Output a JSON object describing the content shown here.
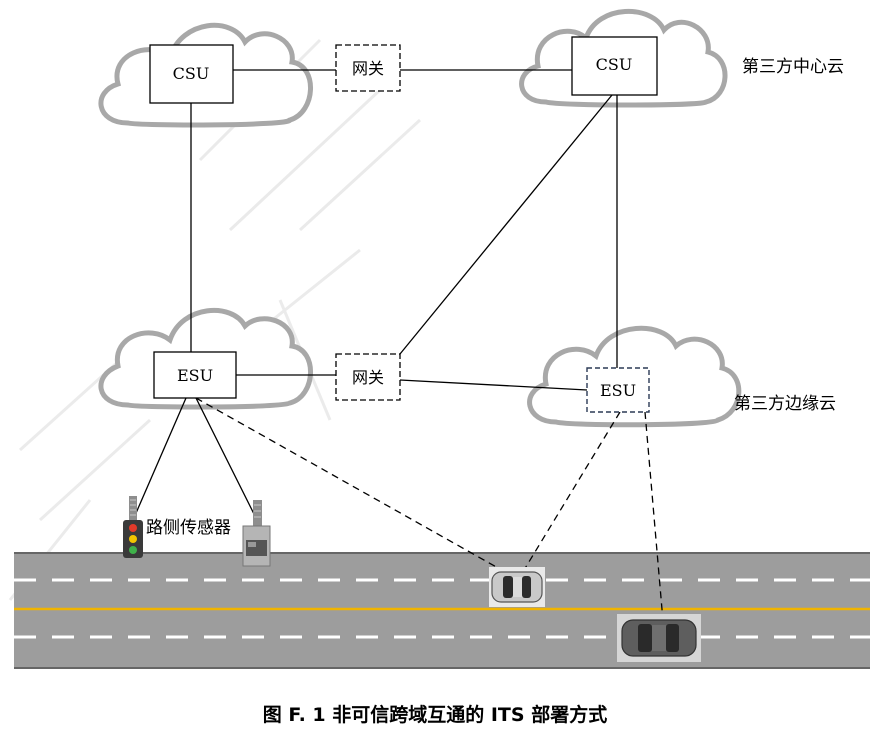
{
  "diagram": {
    "clouds": {
      "top_left": {
        "unit": "CSU"
      },
      "top_right": {
        "unit": "CSU",
        "side_label": "第三方中心云"
      },
      "bottom_left": {
        "unit": "ESU"
      },
      "bottom_right": {
        "unit": "ESU",
        "side_label": "第三方边缘云"
      }
    },
    "gateways": {
      "top": "网关",
      "middle": "网关"
    },
    "roadside_label": "路侧传感器",
    "caption": "图 F. 1 非可信跨域互通的 ITS 部署方式",
    "colors": {
      "cloud_outline": "#a8a8a8",
      "road": "#9d9d9d",
      "lane_center": "#f0b400",
      "lane_white": "#ffffff",
      "esu_dashed_border": "#2b3a55"
    },
    "icons": [
      "traffic-light-icon",
      "roadside-sensor-icon",
      "silver-car-icon",
      "dark-car-icon"
    ]
  }
}
